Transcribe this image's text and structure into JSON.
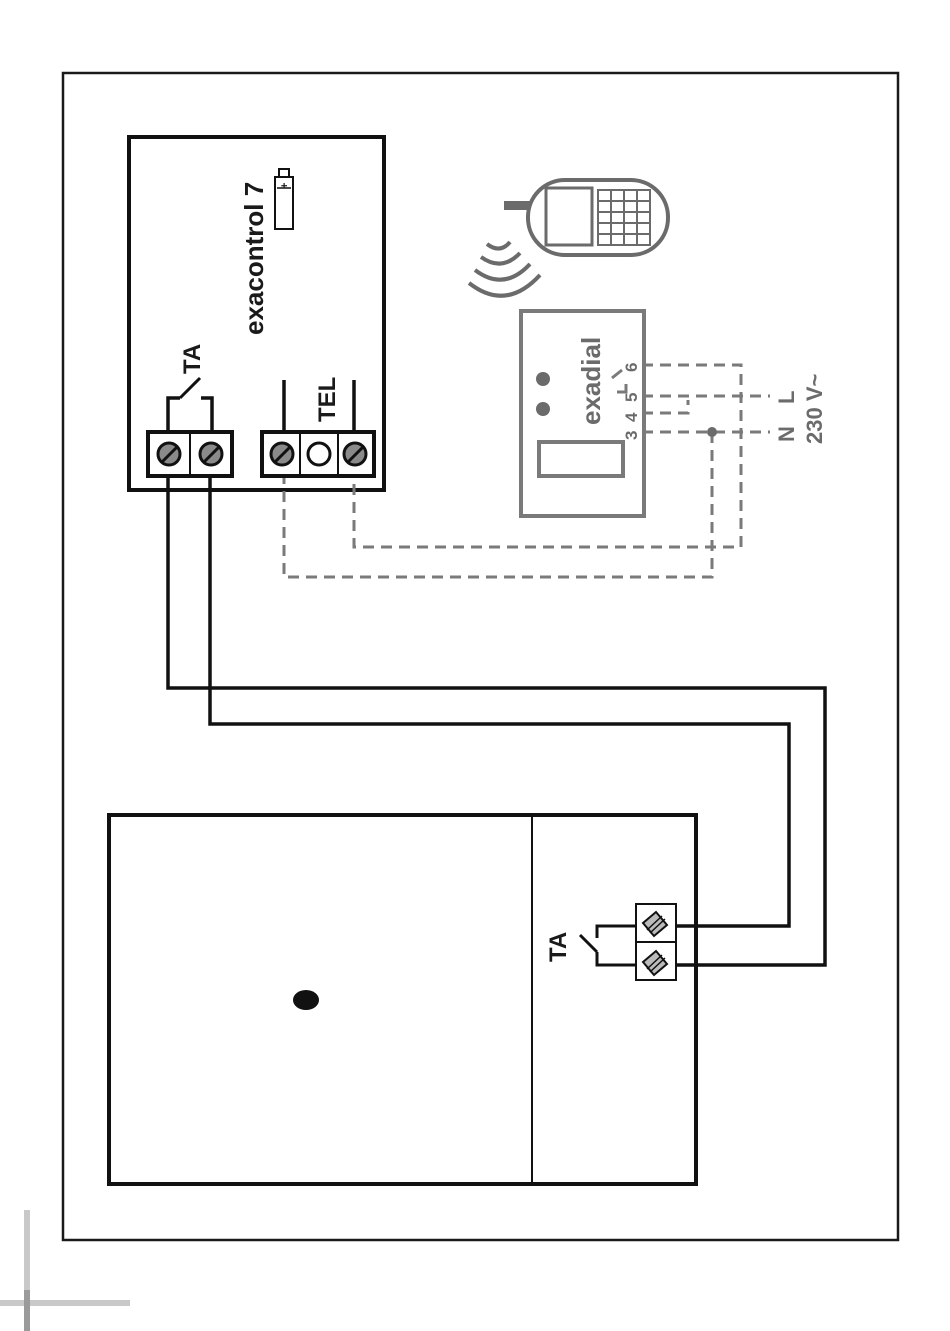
{
  "labels": {
    "exacontrol": "exacontrol 7",
    "ta_top": "TA",
    "tel": "TEL",
    "exadial": "exadial",
    "term_3": "3",
    "term_4": "4",
    "term_5": "5",
    "term_6": "6",
    "n": "N",
    "l": "L",
    "voltage": "230 V~",
    "ta_bottom": "TA"
  },
  "colors": {
    "wire": "#111111",
    "dashed_wire": "#7a7a7a",
    "exadial_body": "#7a7a7a",
    "phone": "#6b6b6b"
  },
  "icons": [
    "battery-icon",
    "mobile-phone-icon",
    "radio-waves-icon",
    "screw-terminal-icon",
    "switch-symbol-icon"
  ]
}
